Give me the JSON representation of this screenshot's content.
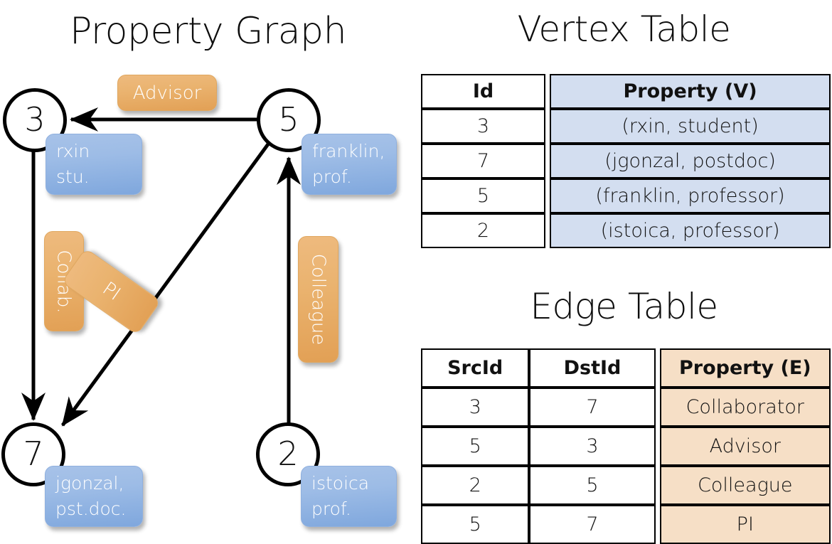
{
  "titles": {
    "property_graph": "Property Graph",
    "vertex_table": "Vertex Table",
    "edge_table": "Edge Table"
  },
  "graph": {
    "nodes": [
      {
        "id": "3",
        "property_lines": [
          "rxin",
          "stu."
        ]
      },
      {
        "id": "5",
        "property_lines": [
          "franklin,",
          "prof."
        ]
      },
      {
        "id": "7",
        "property_lines": [
          "jgonzal,",
          "pst.doc."
        ]
      },
      {
        "id": "2",
        "property_lines": [
          "istoica",
          "prof."
        ]
      }
    ],
    "edge_labels": [
      {
        "name": "advisor",
        "text": "Advisor"
      },
      {
        "name": "collab",
        "text": "Collab."
      },
      {
        "name": "pi",
        "text": "PI"
      },
      {
        "name": "colleague",
        "text": "Colleague"
      }
    ],
    "edges": [
      {
        "src": "5",
        "dst": "3",
        "label": "Advisor"
      },
      {
        "src": "3",
        "dst": "7",
        "label": "Collab."
      },
      {
        "src": "5",
        "dst": "7",
        "label": "PI"
      },
      {
        "src": "2",
        "dst": "5",
        "label": "Colleague"
      }
    ]
  },
  "vertex_table": {
    "headers": [
      "Id",
      "Property (V)"
    ],
    "rows": [
      {
        "id": "3",
        "property": "(rxin, student)"
      },
      {
        "id": "7",
        "property": "(jgonzal, postdoc)"
      },
      {
        "id": "5",
        "property": "(franklin, professor)"
      },
      {
        "id": "2",
        "property": "(istoica, professor)"
      }
    ]
  },
  "edge_table": {
    "headers": [
      "SrcId",
      "DstId",
      "Property (E)"
    ],
    "rows": [
      {
        "src": "3",
        "dst": "7",
        "property": "Collaborator"
      },
      {
        "src": "5",
        "dst": "3",
        "property": "Advisor"
      },
      {
        "src": "2",
        "dst": "5",
        "property": "Colleague"
      },
      {
        "src": "5",
        "dst": "7",
        "property": "PI"
      }
    ]
  },
  "colors": {
    "vertex_property_fill": "#d3def0",
    "edge_property_fill": "#f6dfc6",
    "node_property_box": "#9dbce6",
    "edge_label_box": "#eab36f",
    "stroke": "#000000",
    "background": "#ffffff"
  }
}
